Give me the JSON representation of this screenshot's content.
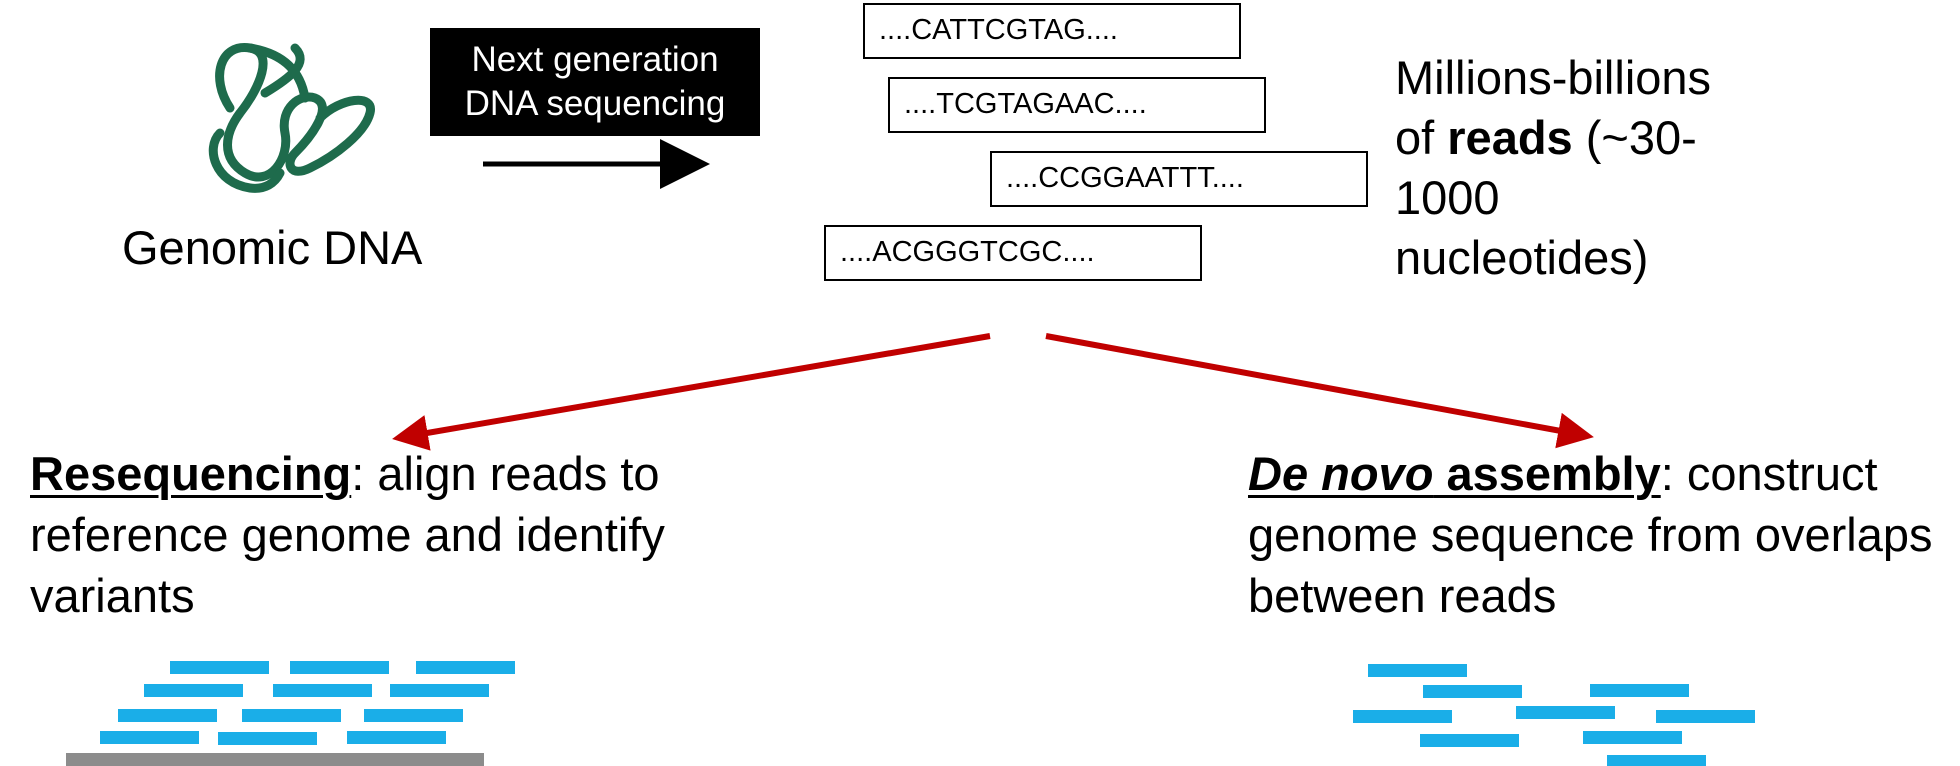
{
  "genomic_dna_label": "Genomic DNA",
  "sequencing_box": {
    "line1": "Next generation",
    "line2": "DNA sequencing"
  },
  "reads": [
    "....CATTCGTAG....",
    "....TCGTAGAAC....",
    "....CCGGAATTT....",
    "....ACGGGTCGC...."
  ],
  "reads_description": {
    "line1": "Millions-billions",
    "of": "of ",
    "reads": "reads",
    "rest1": " (~30-",
    "line3": "1000",
    "line4": "nucleotides)"
  },
  "resequencing": {
    "term": "Resequencing",
    "description": ": align reads to reference genome and identify variants"
  },
  "de_novo": {
    "term_italic": "De novo",
    "term_bold": " assembly",
    "description": ": construct genome sequence from overlaps between reads"
  },
  "colors": {
    "dna": "#1e6b4c",
    "arrow_red": "#c00000",
    "read_bar": "#1aaee8",
    "reference_bar": "#8c8c8c",
    "box_bg": "#000000"
  },
  "icons": {
    "dna": "dna-coil-icon",
    "arrow": "right-arrow-icon"
  }
}
